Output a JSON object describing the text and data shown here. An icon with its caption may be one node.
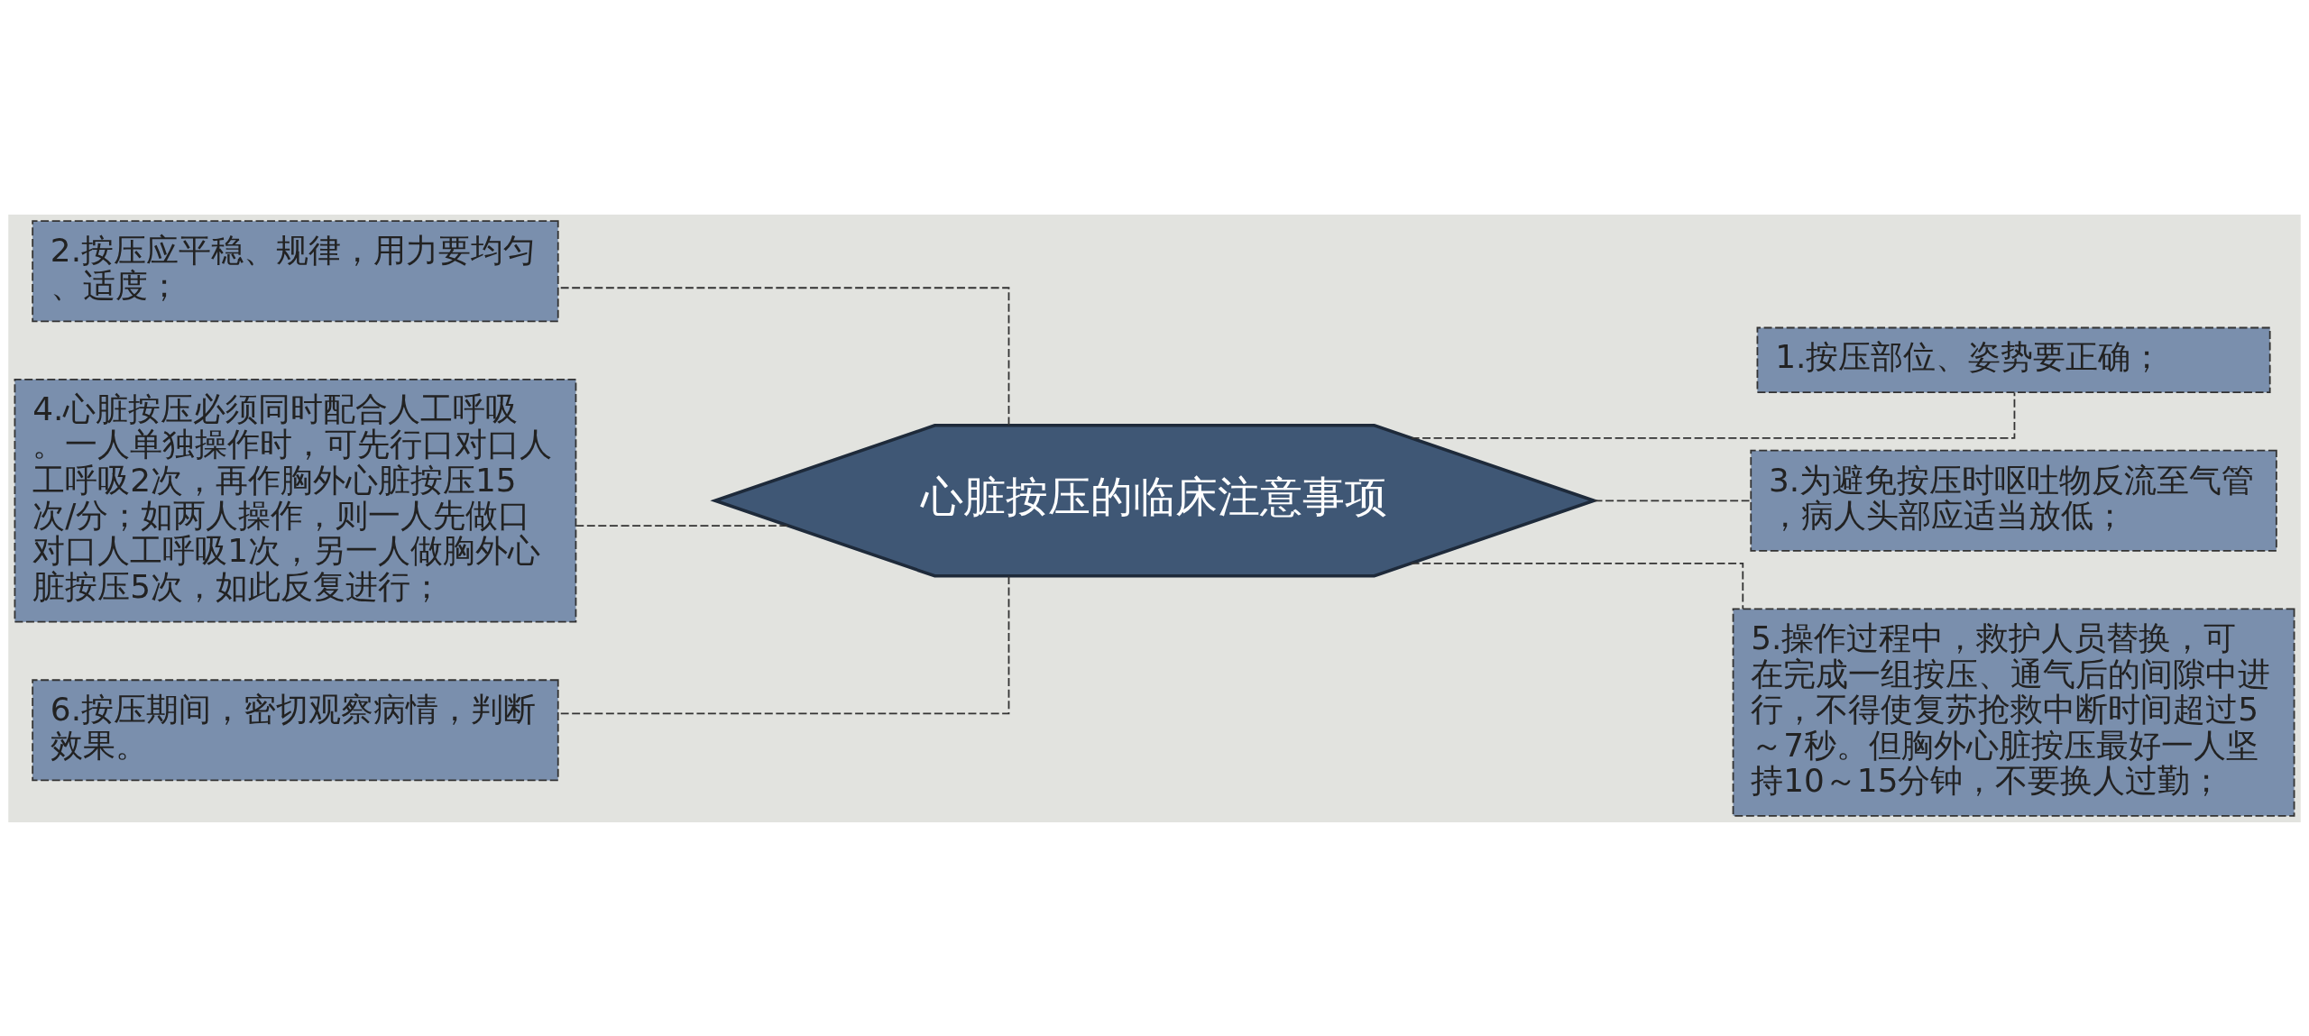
{
  "diagram": {
    "nodes": [
      {
        "text": [
          "心脏按压的临床注意事项"
        ]
      },
      {
        "text": [
          "1.按压部位、姿势要正确；"
        ]
      },
      {
        "text": [
          "2.按压应平稳、规律，用力要均匀、适度；"
        ]
      },
      {
        "text": [
          "3.为避免按压时呕吐物反流至气管，病人头部应适当放低；"
        ]
      },
      {
        "text": [
          "4.心脏按压必须同时配合人工呼吸。一人单独操作时，可先行口对口人工呼吸2次，再作胸外心脏按压15次/分；如两人操作，则一人先做口对口人工呼吸1次，另一人做胸外心脏按压5次，如此反复进行；"
        ]
      },
      {
        "text": [
          "5.操作过程中，救护人员替换，可在完成一组按压、通气后的间隙中进行，不得使复苏抢救中断时间超过5～7秒。但胸外心脏按压最好一人坚持10～15分钟，不要换人过勤；"
        ]
      },
      {
        "text": [
          "6.按压期间，密切观察病情，判断效果。"
        ]
      }
    ],
    "edges": [
      {
        "from": 0,
        "to": 1,
        "arrow": "none",
        "style": "dashed"
      },
      {
        "from": 0,
        "to": 2,
        "arrow": "none",
        "style": "dashed"
      },
      {
        "from": 0,
        "to": 3,
        "arrow": "none",
        "style": "dashed"
      },
      {
        "from": 0,
        "to": 4,
        "arrow": "none",
        "style": "dashed"
      },
      {
        "from": 0,
        "to": 5,
        "arrow": "none",
        "style": "dashed"
      },
      {
        "from": 0,
        "to": 6,
        "arrow": "none",
        "style": "dashed"
      }
    ]
  }
}
